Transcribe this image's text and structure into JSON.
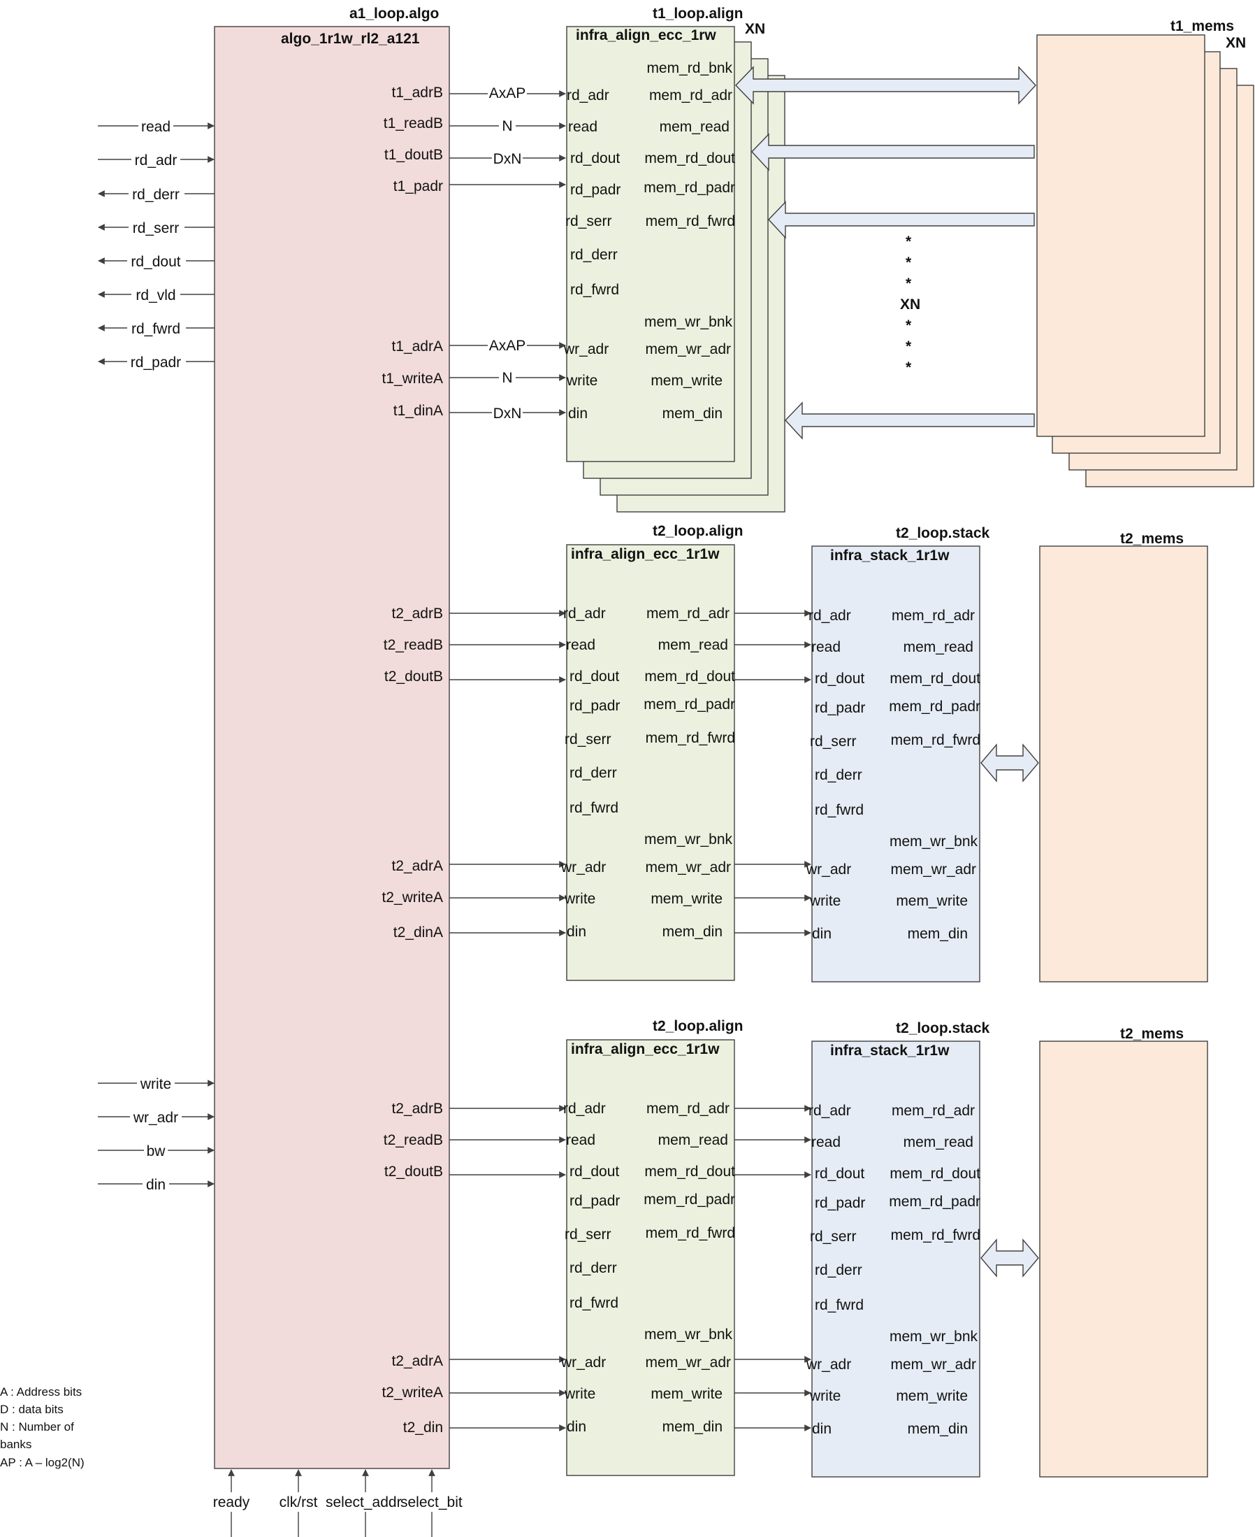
{
  "top": {
    "algo_path": "a1_loop.algo",
    "algo_name": "algo_1r1w_rl2_a121",
    "t1_align_path": "t1_loop.align",
    "t1_align_name": "infra_align_ecc_1rw",
    "t1_align_mult": "XN",
    "t1_mems_name": "t1_mems",
    "t1_mems_mult": "XN",
    "dots_mult": "XN"
  },
  "left_inputs_top": [
    "read",
    "rd_adr"
  ],
  "left_outputs": [
    "rd_derr",
    "rd_serr",
    "rd_dout",
    "rd_vld",
    "rd_fwrd",
    "rd_padr"
  ],
  "left_inputs_bottom": [
    "write",
    "wr_adr",
    "bw",
    "din"
  ],
  "bottom_ports": [
    "ready",
    "clk/rst",
    "select_addr",
    "select_bit"
  ],
  "t1_ports": {
    "algo_read": [
      "t1_adrB",
      "t1_readB",
      "t1_doutB",
      "t1_padr"
    ],
    "algo_write": [
      "t1_adrA",
      "t1_writeA",
      "t1_dinA"
    ],
    "bus_read": [
      "AxAP",
      "N",
      "DxN"
    ],
    "bus_write": [
      "AxAP",
      "N",
      "DxN"
    ],
    "align_left_read": [
      "rd_adr",
      "read",
      "rd_dout",
      "rd_padr",
      "rd_serr",
      "rd_derr",
      "rd_fwrd"
    ],
    "align_left_write": [
      "wr_adr",
      "write",
      "din"
    ],
    "align_right_read": [
      "mem_rd_bnk",
      "mem_rd_adr",
      "mem_read",
      "mem_rd_dout",
      "mem_rd_padr",
      "mem_rd_fwrd"
    ],
    "align_right_write": [
      "mem_wr_bnk",
      "mem_wr_adr",
      "mem_write",
      "mem_din"
    ]
  },
  "t2_sections": [
    {
      "align_path": "t2_loop.align",
      "align_name": "infra_align_ecc_1r1w",
      "stack_path": "t2_loop.stack",
      "stack_name": "infra_stack_1r1w",
      "mems_name": "t2_mems",
      "algo_read": [
        "t2_adrB",
        "t2_readB",
        "t2_doutB"
      ],
      "algo_write": [
        "t2_adrA",
        "t2_writeA",
        "t2_dinA"
      ]
    },
    {
      "align_path": "t2_loop.align",
      "align_name": "infra_align_ecc_1r1w",
      "stack_path": "t2_loop.stack",
      "stack_name": "infra_stack_1r1w",
      "mems_name": "t2_mems",
      "algo_read": [
        "t2_adrB",
        "t2_readB",
        "t2_doutB"
      ],
      "algo_write": [
        "t2_adrA",
        "t2_writeA",
        "t2_din"
      ]
    }
  ],
  "module_ports": {
    "left_read": [
      "rd_adr",
      "read",
      "rd_dout",
      "rd_padr",
      "rd_serr",
      "rd_derr",
      "rd_fwrd"
    ],
    "left_write": [
      "wr_adr",
      "write",
      "din"
    ],
    "right_read": [
      "mem_rd_adr",
      "mem_read",
      "mem_rd_dout",
      "mem_rd_padr",
      "mem_rd_fwrd"
    ],
    "right_write": [
      "mem_wr_bnk",
      "mem_wr_adr",
      "mem_write",
      "mem_din"
    ]
  },
  "legend": [
    "A : Address bits",
    "D : data bits",
    "N : Number of",
    "banks",
    "AP : A – log2(N)"
  ],
  "colors": {
    "algo_fill": "#f2dcdb",
    "align_fill": "#ebf1de",
    "stack_fill": "#e6ecf5",
    "mem_fill": "#fde9d9",
    "arrow_fill": "#e6ecf5",
    "line": "#404040"
  }
}
